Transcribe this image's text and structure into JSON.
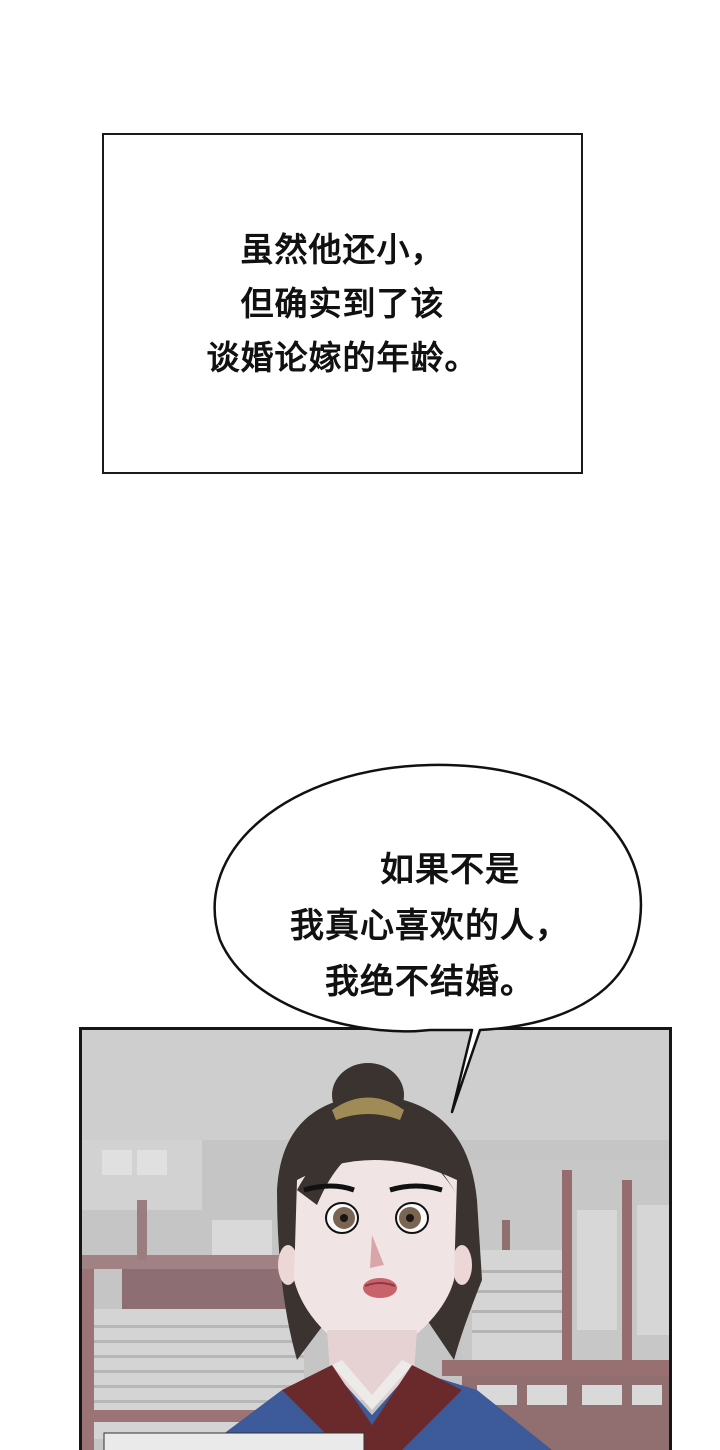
{
  "caption": {
    "lines": [
      "虽然他还小，",
      "但确实到了该",
      "谈婚论嫁的年龄。"
    ]
  },
  "speech_bubble": {
    "lines": [
      "如果不是",
      "我真心喜欢的人，",
      "我绝不结婚。"
    ]
  },
  "panel": {
    "scene": "young man with topknot in library with bookshelves",
    "colors": {
      "background_gray": "#c4c3c4",
      "shelf_wood": "#8e6b6b",
      "hair": "#3a332f",
      "skin": "#f0e3e3",
      "robe_blue": "#3d5a9a",
      "collar_red": "#6a2a2c",
      "hair_band": "#a08a55"
    }
  }
}
